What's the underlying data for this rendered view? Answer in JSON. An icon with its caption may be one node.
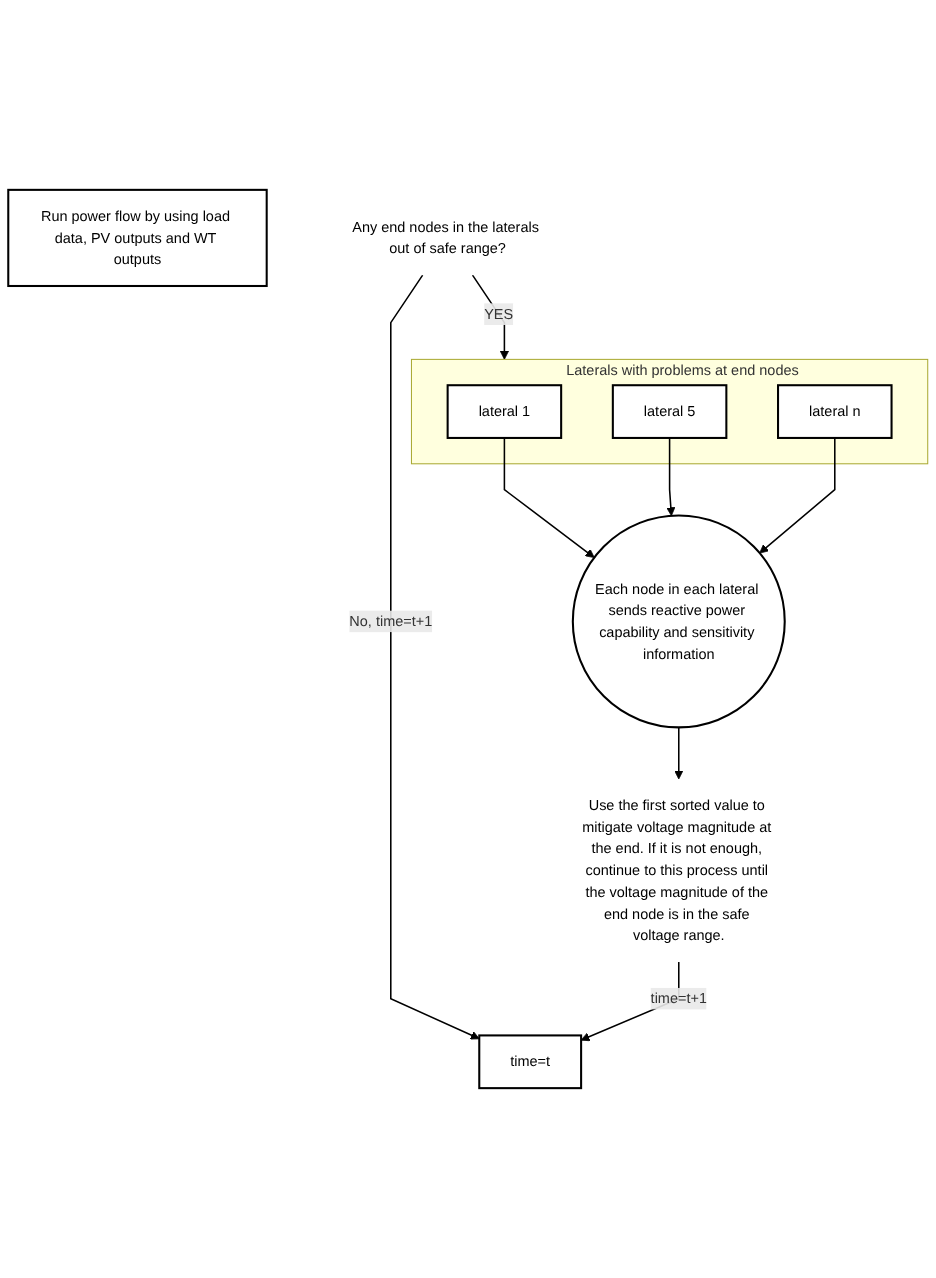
{
  "diagram": {
    "nodes": [
      {
        "text": [
          "time=t"
        ]
      },
      {
        "text": [
          "Run power flow by using load data, PV outputs and WT outputs"
        ]
      },
      {
        "text": [
          "Any end nodes in the laterals out of safe range?"
        ]
      },
      {
        "text": [
          "Laterals with problems at end nodes"
        ]
      },
      {
        "text": [
          "lateral 1"
        ],
        "in": 3
      },
      {
        "text": [
          "lateral 5"
        ],
        "in": 3
      },
      {
        "text": [
          "lateral n"
        ],
        "in": 3
      },
      {
        "text": [
          "Each node in each lateral sends reactive power capability and sensitivity information"
        ]
      },
      {
        "text": [
          "Use the first sorted value to mitigate voltage magnitude at the end. If it is not enough, continue to this process until the voltage magnitude of the end node is in the safe voltage range."
        ]
      }
    ],
    "edges": [
      {
        "from": 2,
        "to": 0,
        "arrow": "to",
        "label": "No, time=t+1"
      },
      {
        "from": 2,
        "to": 3,
        "arrow": "to",
        "label": "YES"
      },
      {
        "from": 4,
        "to": 7,
        "arrow": "to"
      },
      {
        "from": 5,
        "to": 7,
        "arrow": "to"
      },
      {
        "from": 6,
        "to": 7,
        "arrow": "to"
      },
      {
        "from": 7,
        "to": 8,
        "arrow": "to"
      },
      {
        "from": 8,
        "to": 0,
        "arrow": "to",
        "label": "time=t+1"
      }
    ]
  }
}
